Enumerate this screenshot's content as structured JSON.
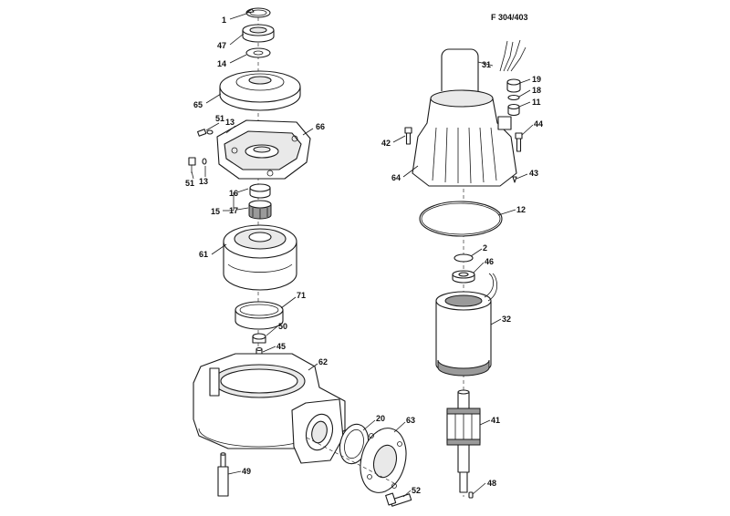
{
  "drawing_ref": "F 304/403",
  "parts": {
    "p1": "1",
    "p47": "47",
    "p14": "14",
    "p65": "65",
    "p51a": "51",
    "p13a": "13",
    "p66": "66",
    "p51b": "51",
    "p13b": "13",
    "p16": "16",
    "p15": "15",
    "p17": "17",
    "p61": "61",
    "p71": "71",
    "p50": "50",
    "p45": "45",
    "p62": "62",
    "p20": "20",
    "p63": "63",
    "p49": "49",
    "p52": "52",
    "p31": "31",
    "p19": "19",
    "p18": "18",
    "p11": "11",
    "p44": "44",
    "p42": "42",
    "p64": "64",
    "p43": "43",
    "p12": "12",
    "p2": "2",
    "p46": "46",
    "p32": "32",
    "p41": "41",
    "p48": "48"
  }
}
